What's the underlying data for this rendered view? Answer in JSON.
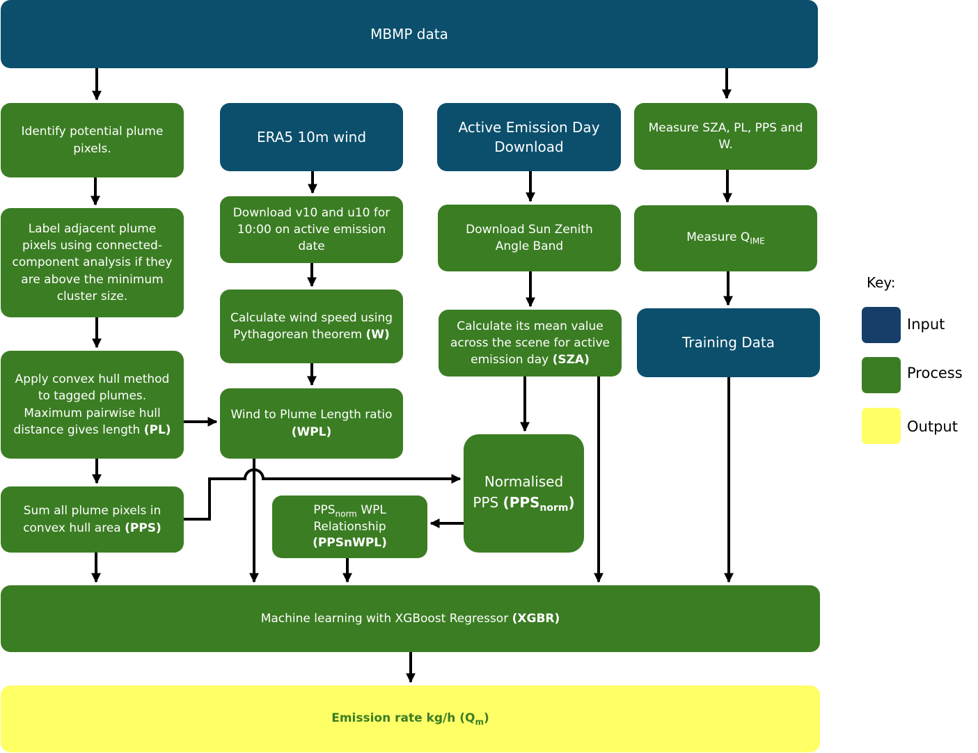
{
  "nodes": {
    "mbmp": "MBMP data",
    "identify": "Identify potential plume pixels.",
    "label": "Label adjacent plume pixels using connected-component analysis if they are above the minimum cluster size.",
    "convex_pre": "Apply convex hull method to tagged plumes. Maximum pairwise hull distance gives length ",
    "convex_bold": "(PL)",
    "sum_pre": "Sum all plume pixels in convex hull area ",
    "sum_bold": "(PPS)",
    "era5": "ERA5 10m wind",
    "download_wind": "Download v10 and u10 for 10:00 on active emission date",
    "wind_speed_pre": "Calculate wind speed using Pythagorean theorem ",
    "wind_speed_bold": "(W)",
    "wpl_pre": "Wind to Plume Length ratio ",
    "wpl_bold": "(WPL)",
    "active_day": "Active Emission Day Download",
    "sun_zenith": "Download Sun Zenith Angle Band",
    "mean_value_pre": "Calculate its mean value across the scene for active emission day ",
    "mean_value_bold": "(SZA)",
    "normalised_a": "Normalised",
    "normalised_b": "PPS ",
    "normalised_c": "(PPS",
    "normalised_sub": "norm",
    "normalised_d": ")",
    "ppsnwpl_a": "PPS",
    "ppsnwpl_sub": "norm",
    "ppsnwpl_b": " WPL Relationship",
    "ppsnwpl_bold": "(PPSnWPL)",
    "measure_sza": "Measure SZA, PL, PPS and W.",
    "measure_q": "Measure Q",
    "measure_q_sub": "IME",
    "training": "Training Data",
    "ml_pre": "Machine learning with XGBoost Regressor ",
    "ml_bold": "(XGBR)",
    "emission_pre": "Emission rate kg/h (Q",
    "emission_sub": "m",
    "emission_post": ")"
  },
  "key": {
    "title": "Key:",
    "input": "Input",
    "process": "Process",
    "output": "Output"
  },
  "colors": {
    "input": "#0b4f6c",
    "process": "#3b7d23",
    "output": "#ffff66",
    "key_input": "#173e68"
  }
}
